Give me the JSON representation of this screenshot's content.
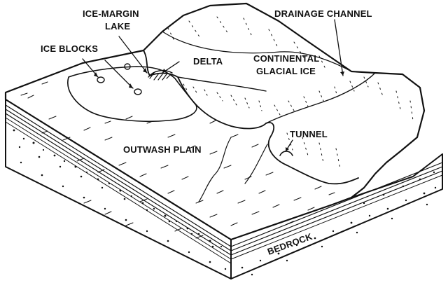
{
  "diagram": {
    "labels": {
      "ice_margin_lake_line1": "ICE-MARGIN",
      "ice_margin_lake_line2": "LAKE",
      "ice_blocks": "ICE BLOCKS",
      "delta": "DELTA",
      "drainage_channel": "DRAINAGE CHANNEL",
      "continental_glacial_ice_line1": "CONTINENTAL",
      "continental_glacial_ice_line2": "GLACIAL ICE",
      "tunnel": "TUNNEL",
      "outwash_plain": "OUTWASH PLAIN",
      "bedrock": "BEDROCK"
    },
    "colors": {
      "ink": "#111111",
      "paper": "#ffffff"
    }
  }
}
